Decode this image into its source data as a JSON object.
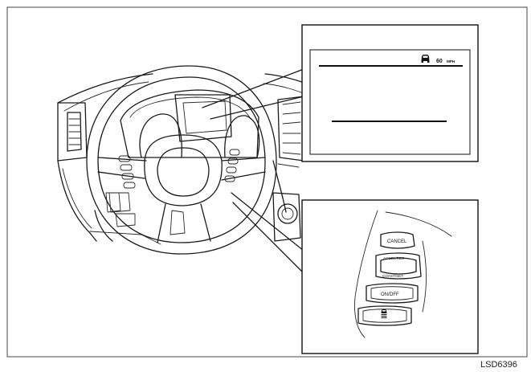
{
  "display": {
    "speed": "60",
    "unit": "MPH"
  },
  "switches": {
    "cancel": "CANCEL",
    "accel_res": "ACCEL/RES",
    "coast_set": "COAST/SET",
    "on_off": "ON/OFF"
  },
  "figure_code": "LSD6396",
  "colors": {
    "line": "#1a1a1a",
    "background": "#ffffff"
  },
  "icons": {
    "cluster_vehicle": "vehicle-ahead-icon",
    "distance_button": "distance-icon"
  }
}
